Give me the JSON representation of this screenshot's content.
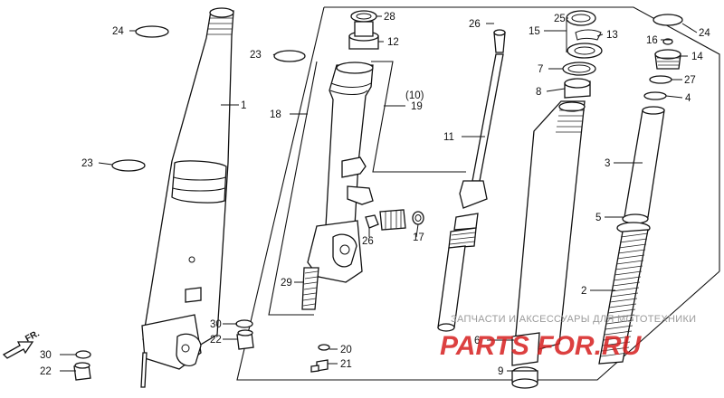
{
  "labels": {
    "l1": "1",
    "l2": "2",
    "l3": "3",
    "l4": "4",
    "l5": "5",
    "l6": "6",
    "l7": "7",
    "l8": "8",
    "l9": "9",
    "l11": "11",
    "l12": "12",
    "l13": "13",
    "l14": "14",
    "l15": "15",
    "l16": "16",
    "l17": "17",
    "l18": "18",
    "l19": "19",
    "l10": "(10)",
    "l20": "20",
    "l21": "21",
    "l22a": "22",
    "l22b": "22",
    "l23a": "23",
    "l23b": "23",
    "l24a": "24",
    "l24b": "24",
    "l25": "25",
    "l26a": "26",
    "l26b": "26",
    "l27": "27",
    "l28": "28",
    "l29": "29",
    "l30a": "30",
    "l30b": "30"
  },
  "front_marker": "FR.",
  "watermark": {
    "caption": "ЗАПЧАСТИ И АКСЕССУАРЫ ДЛЯ МОТОТЕХНИКИ",
    "brand": "PARTS FOR.RU"
  }
}
